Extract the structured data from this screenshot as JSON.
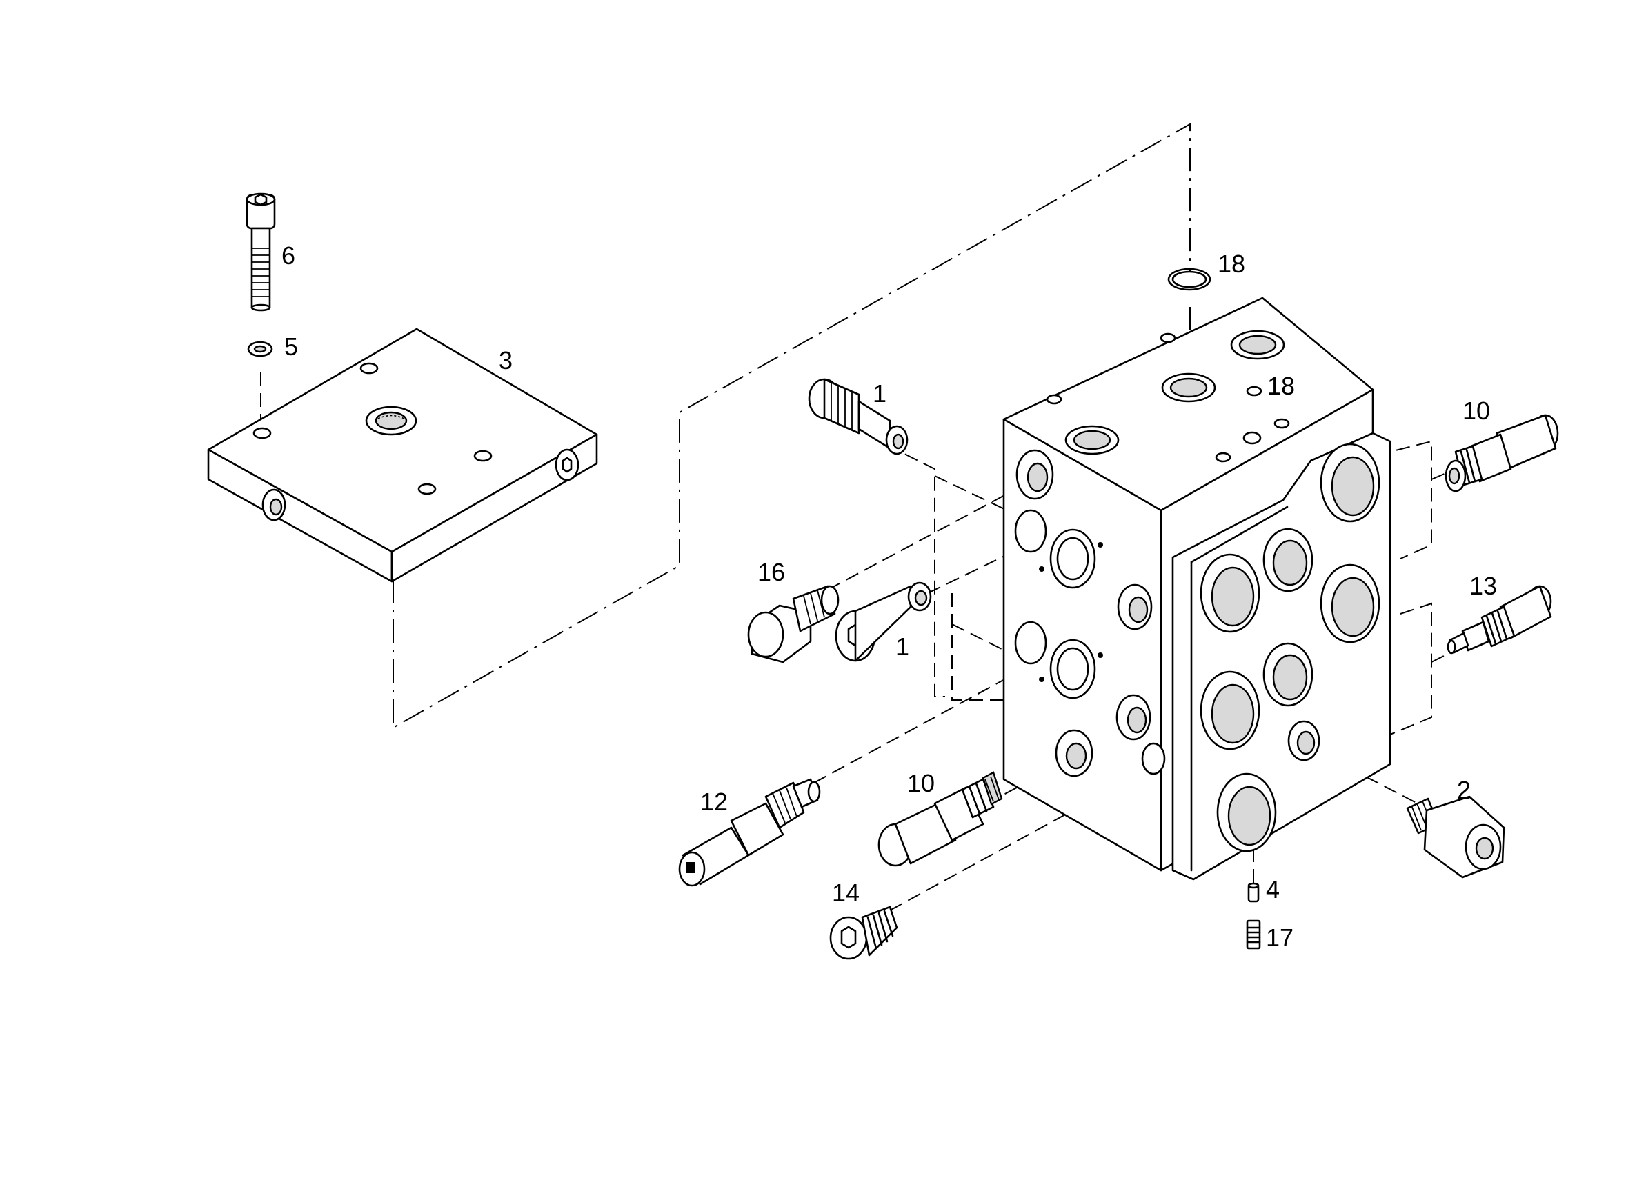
{
  "callouts": {
    "c1a": "1",
    "c1b": "1",
    "c2": "2",
    "c3": "3",
    "c4": "4",
    "c5": "5",
    "c6": "6",
    "c10a": "10",
    "c10b": "10",
    "c12": "12",
    "c13": "13",
    "c14": "14",
    "c16": "16",
    "c17": "17",
    "c18a": "18",
    "c18b": "18"
  }
}
